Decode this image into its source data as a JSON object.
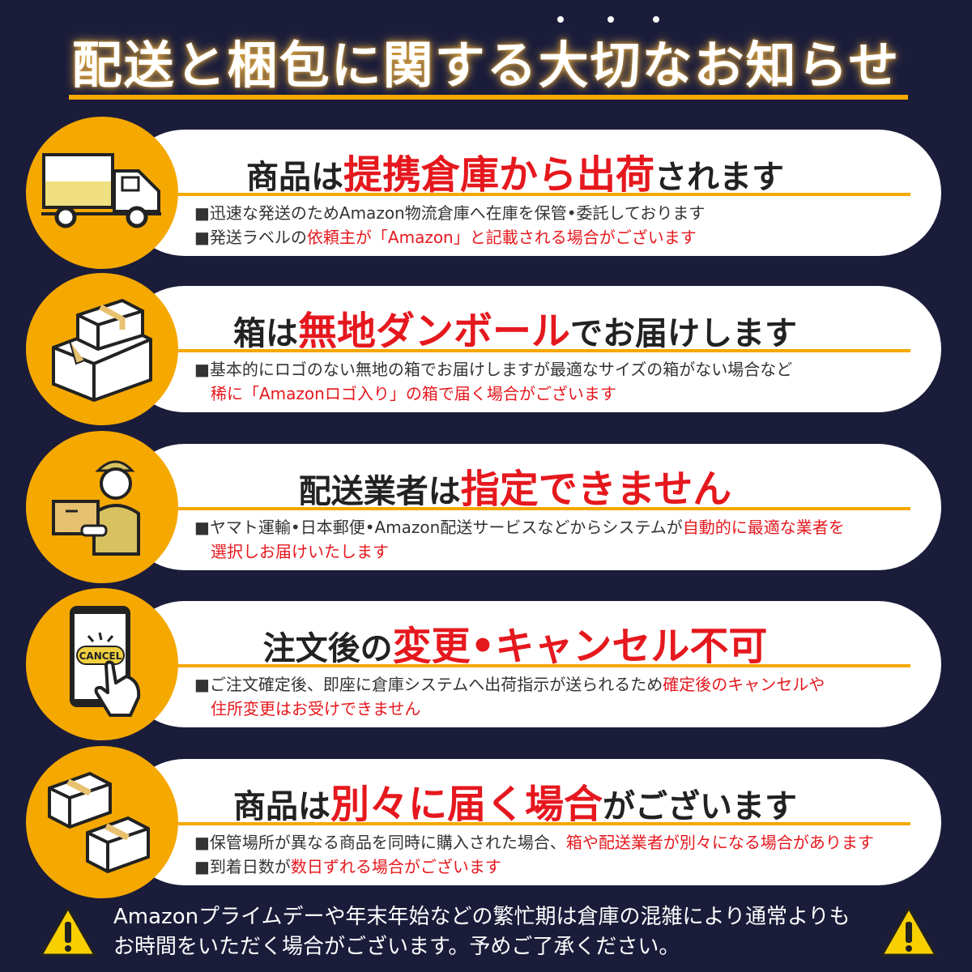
{
  "title": "配送と梱包に関する大切なお知らせ",
  "colors": {
    "background": "#1a1c3a",
    "accent": "#f5a800",
    "highlight": "#e5181e",
    "card": "#ffffff"
  },
  "cards": [
    {
      "icon": "truck-icon",
      "heading": [
        {
          "t": "商品は"
        },
        {
          "t": "提携倉庫から出荷",
          "red": true
        },
        {
          "t": "されます"
        }
      ],
      "lines": [
        [
          {
            "t": "■迅速な発送のためAmazon物流倉庫へ在庫を保管•委託しております"
          }
        ],
        [
          {
            "t": "■発送ラベルの"
          },
          {
            "t": "依頼主が「Amazon」と記載される場合がございます",
            "red": true
          }
        ]
      ]
    },
    {
      "icon": "cardboard-boxes-icon",
      "heading": [
        {
          "t": "箱は"
        },
        {
          "t": "無地ダンボール",
          "red": true
        },
        {
          "t": "でお届けします"
        }
      ],
      "lines": [
        [
          {
            "t": "■基本的にロゴのない無地の箱でお届けしますが最適なサイズの箱がない場合など"
          }
        ],
        [
          {
            "t": "　"
          },
          {
            "t": "稀に「Amazonロゴ入り」の箱で届く場合がございます",
            "red": true
          }
        ]
      ]
    },
    {
      "icon": "delivery-person-icon",
      "heading": [
        {
          "t": "配送業者は"
        },
        {
          "t": "指定できません",
          "red": true
        }
      ],
      "lines": [
        [
          {
            "t": "■ヤマト運輸•日本郵便•Amazon配送サービスなどからシステムが"
          },
          {
            "t": "自動的に最適な業者を",
            "red": true
          }
        ],
        [
          {
            "t": "　"
          },
          {
            "t": "選択しお届けいたします",
            "red": true
          }
        ]
      ]
    },
    {
      "icon": "smartphone-cancel-icon",
      "icon_label": "CANCEL",
      "heading": [
        {
          "t": "注文後の"
        },
        {
          "t": "変更•キャンセル不可",
          "red": true
        }
      ],
      "lines": [
        [
          {
            "t": "■ご注文確定後、即座に倉庫システムへ出荷指示が送られるため"
          },
          {
            "t": "確定後のキャンセルや",
            "red": true
          }
        ],
        [
          {
            "t": "　"
          },
          {
            "t": "住所変更はお受けできません",
            "red": true
          }
        ]
      ]
    },
    {
      "icon": "separate-boxes-icon",
      "heading": [
        {
          "t": "商品は"
        },
        {
          "t": "別々に届く場合",
          "red": true
        },
        {
          "t": "がございます"
        }
      ],
      "lines": [
        [
          {
            "t": "■保管場所が異なる商品を同時に購入された場合、"
          },
          {
            "t": "箱や配送業者が別々になる場合があります",
            "red": true
          }
        ],
        [
          {
            "t": "■到着日数が"
          },
          {
            "t": "数日ずれる場合がございます",
            "red": true
          }
        ]
      ]
    }
  ],
  "footer": {
    "icon": "warning-icon",
    "lines": [
      "Amazonプライムデーや年末年始などの繁忙期は倉庫の混雑により通常よりも",
      "お時間をいただく場合がございます。予めご了承ください。"
    ]
  }
}
